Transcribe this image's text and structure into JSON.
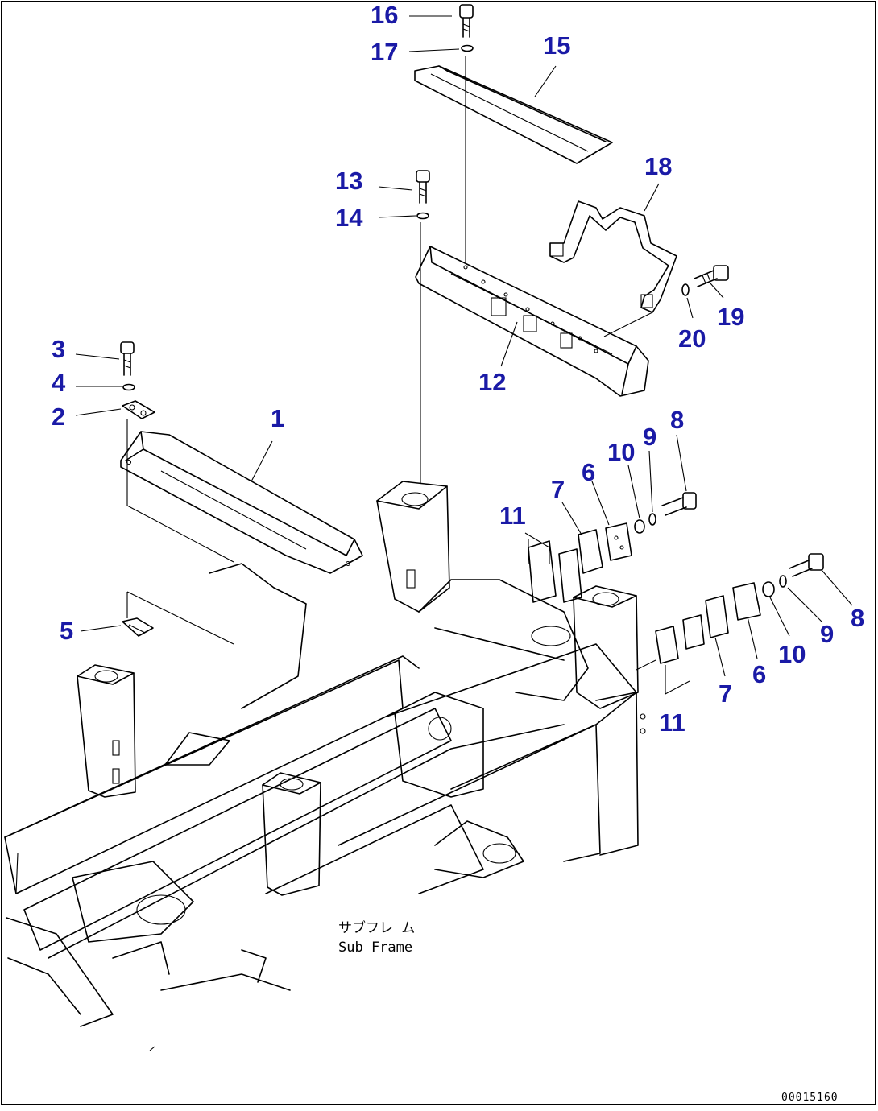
{
  "diagram": {
    "accent_color": "#1a1aa6",
    "callouts": [
      {
        "id": "c16",
        "label": "16"
      },
      {
        "id": "c17",
        "label": "17"
      },
      {
        "id": "c15",
        "label": "15"
      },
      {
        "id": "c13",
        "label": "13"
      },
      {
        "id": "c14",
        "label": "14"
      },
      {
        "id": "c18",
        "label": "18"
      },
      {
        "id": "c19",
        "label": "19"
      },
      {
        "id": "c20",
        "label": "20"
      },
      {
        "id": "c12",
        "label": "12"
      },
      {
        "id": "c3",
        "label": "3"
      },
      {
        "id": "c4",
        "label": "4"
      },
      {
        "id": "c2",
        "label": "2"
      },
      {
        "id": "c1",
        "label": "1"
      },
      {
        "id": "c8a",
        "label": "8"
      },
      {
        "id": "c9a",
        "label": "9"
      },
      {
        "id": "c10a",
        "label": "10"
      },
      {
        "id": "c6a",
        "label": "6"
      },
      {
        "id": "c7a",
        "label": "7"
      },
      {
        "id": "c11a",
        "label": "11"
      },
      {
        "id": "c5",
        "label": "5"
      },
      {
        "id": "c8b",
        "label": "8"
      },
      {
        "id": "c9b",
        "label": "9"
      },
      {
        "id": "c10b",
        "label": "10"
      },
      {
        "id": "c6b",
        "label": "6"
      },
      {
        "id": "c7b",
        "label": "7"
      },
      {
        "id": "c11b",
        "label": "11"
      }
    ],
    "caption_jp": "サブフレ ム",
    "caption_en": "Sub Frame",
    "drawing_code": "00015160"
  }
}
